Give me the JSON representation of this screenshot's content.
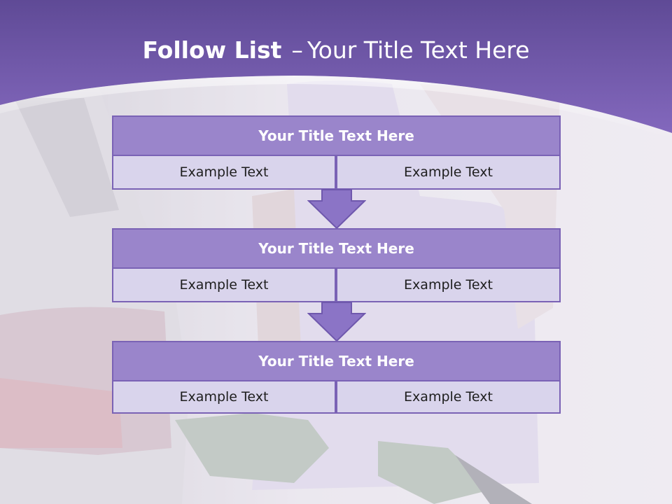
{
  "slide": {
    "title_bold": "Follow List",
    "title_separator": "–",
    "title_rest": "Your Title Text Here"
  },
  "steps": [
    {
      "title": "Your Title Text Here",
      "left_text": "Example Text",
      "right_text": "Example Text"
    },
    {
      "title": "Your Title Text Here",
      "left_text": "Example Text",
      "right_text": "Example Text"
    },
    {
      "title": "Your Title Text Here",
      "left_text": "Example Text",
      "right_text": "Example Text"
    }
  ],
  "colors": {
    "header_purple": "#6d55a8",
    "block_header": "#9a85cb",
    "block_cell": "#d9d4ec",
    "border": "#7a62b5",
    "arrow": "#8b74c6"
  }
}
